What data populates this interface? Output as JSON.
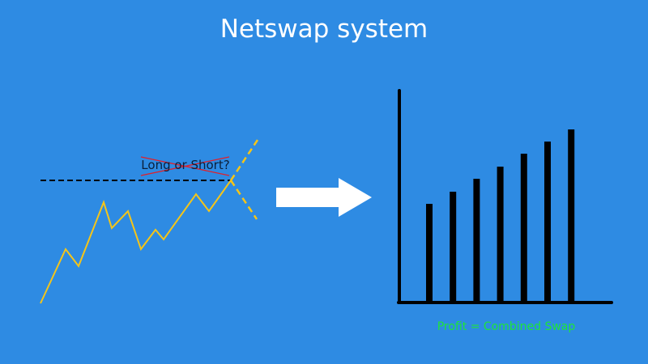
{
  "title": "Netswap system",
  "left_panel": {
    "question": "Long or Short?",
    "question_crossed_out": true,
    "price_line_color": "#f5c518",
    "cross_color": "#e0202a"
  },
  "right_panel": {
    "caption": "Profit = Combined Swap",
    "caption_color": "#1ee43a",
    "bar_relative_heights": [
      121,
      136,
      152,
      167,
      183,
      198,
      213
    ]
  },
  "arrow_icon": "right-arrow"
}
